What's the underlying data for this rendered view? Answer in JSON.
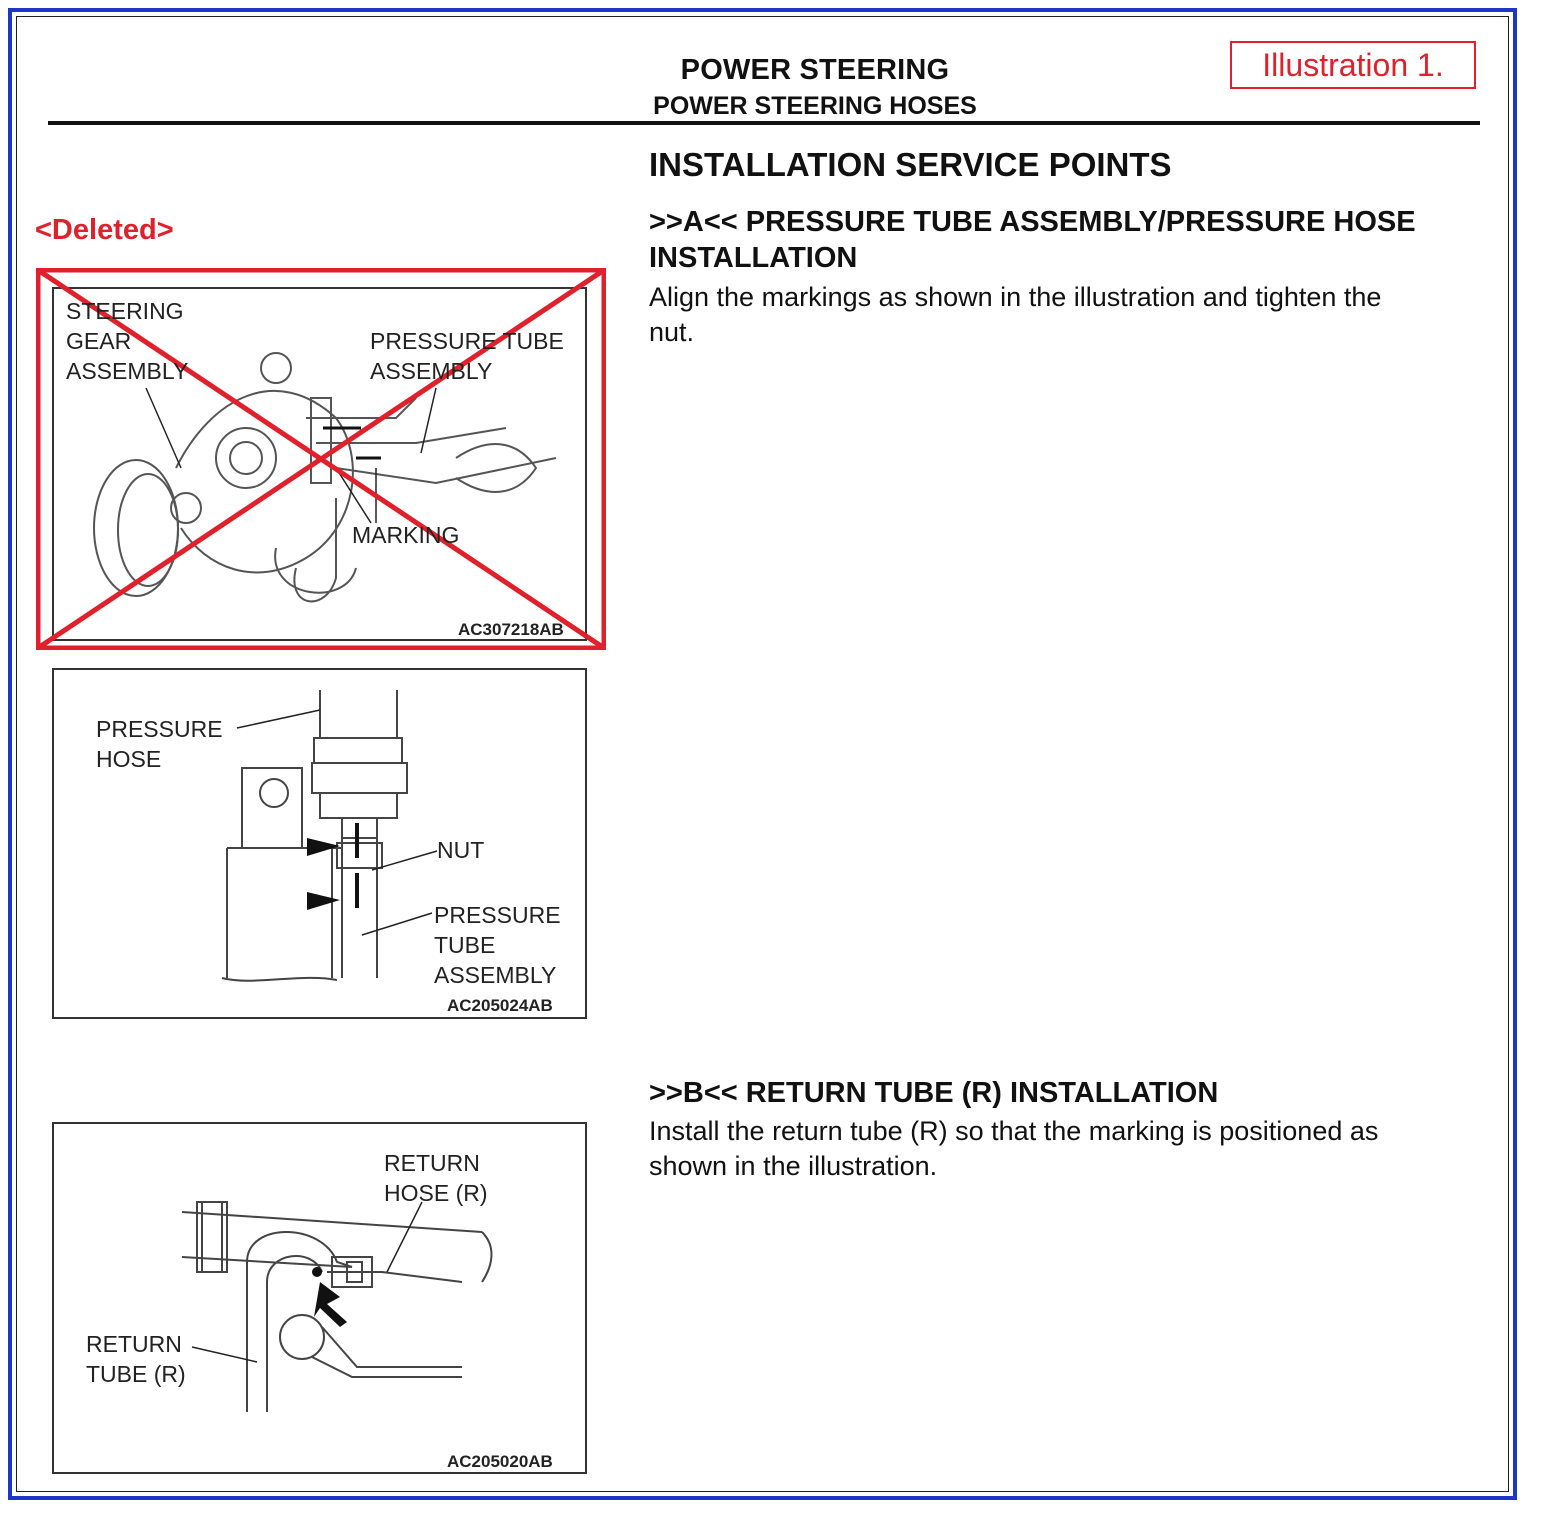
{
  "header": {
    "title": "POWER STEERING",
    "subtitle": "POWER STEERING HOSES",
    "badge": "Illustration 1."
  },
  "section_heading": "INSTALLATION SERVICE POINTS",
  "deleted_label": "<Deleted>",
  "steps": [
    {
      "heading_line1": ">>A<< PRESSURE TUBE ASSEMBLY/PRESSURE HOSE",
      "heading_line2": "INSTALLATION",
      "body_line1": "Align the markings as shown in the illustration and tighten the",
      "body_line2": "nut."
    },
    {
      "heading_line1": ">>B<< RETURN TUBE (R) INSTALLATION",
      "body_line1": "Install the return tube (R) so that the marking is positioned as",
      "body_line2": "shown in the illustration."
    }
  ],
  "figures": {
    "fig1": {
      "label_steering": "STEERING\nGEAR\nASSEMBLY",
      "label_tube": "PRESSURE TUBE\nASSEMBLY",
      "label_marking": "MARKING",
      "code": "AC307218AB"
    },
    "fig2": {
      "label_hose": "PRESSURE\nHOSE",
      "label_nut": "NUT",
      "label_tube": "PRESSURE\nTUBE\nASSEMBLY",
      "code": "AC205024AB"
    },
    "fig3": {
      "label_hose": "RETURN\nHOSE (R)",
      "label_tube": "RETURN\nTUBE (R)",
      "code": "AC205020AB"
    }
  },
  "colors": {
    "frame": "#1f35c9",
    "deleted": "#e0202a",
    "text": "#111111"
  }
}
